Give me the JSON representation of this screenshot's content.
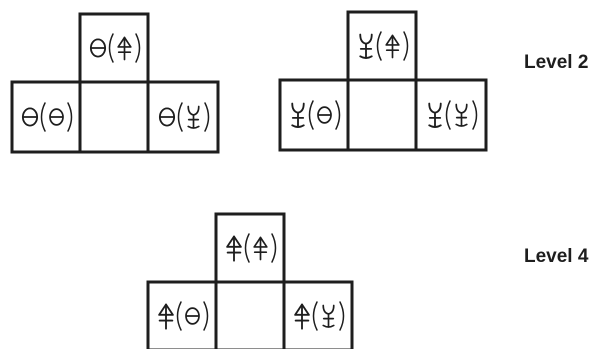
{
  "level_labels": {
    "top": "Level 2",
    "bottom": "Level 4"
  },
  "grids": [
    {
      "id": "level2-grid-a",
      "cells": {
        "top": {
          "outer": "theta",
          "inner": "tree"
        },
        "left": {
          "outer": "theta",
          "inner": "theta"
        },
        "center": null,
        "right": {
          "outer": "theta",
          "inner": "trident"
        }
      }
    },
    {
      "id": "level2-grid-b",
      "cells": {
        "top": {
          "outer": "trident",
          "inner": "tree"
        },
        "left": {
          "outer": "trident",
          "inner": "theta"
        },
        "center": null,
        "right": {
          "outer": "trident",
          "inner": "trident"
        }
      }
    },
    {
      "id": "level4-grid",
      "cells": {
        "top": {
          "outer": "tree",
          "inner": "tree"
        },
        "left": {
          "outer": "tree",
          "inner": "theta"
        },
        "center": null,
        "right": {
          "outer": "tree",
          "inner": "trident"
        }
      }
    }
  ],
  "colors": {
    "ink": "#1e1e1e",
    "background": "#ffffff"
  },
  "symbol_names": [
    "theta-symbol",
    "tree-symbol",
    "trident-symbol"
  ]
}
